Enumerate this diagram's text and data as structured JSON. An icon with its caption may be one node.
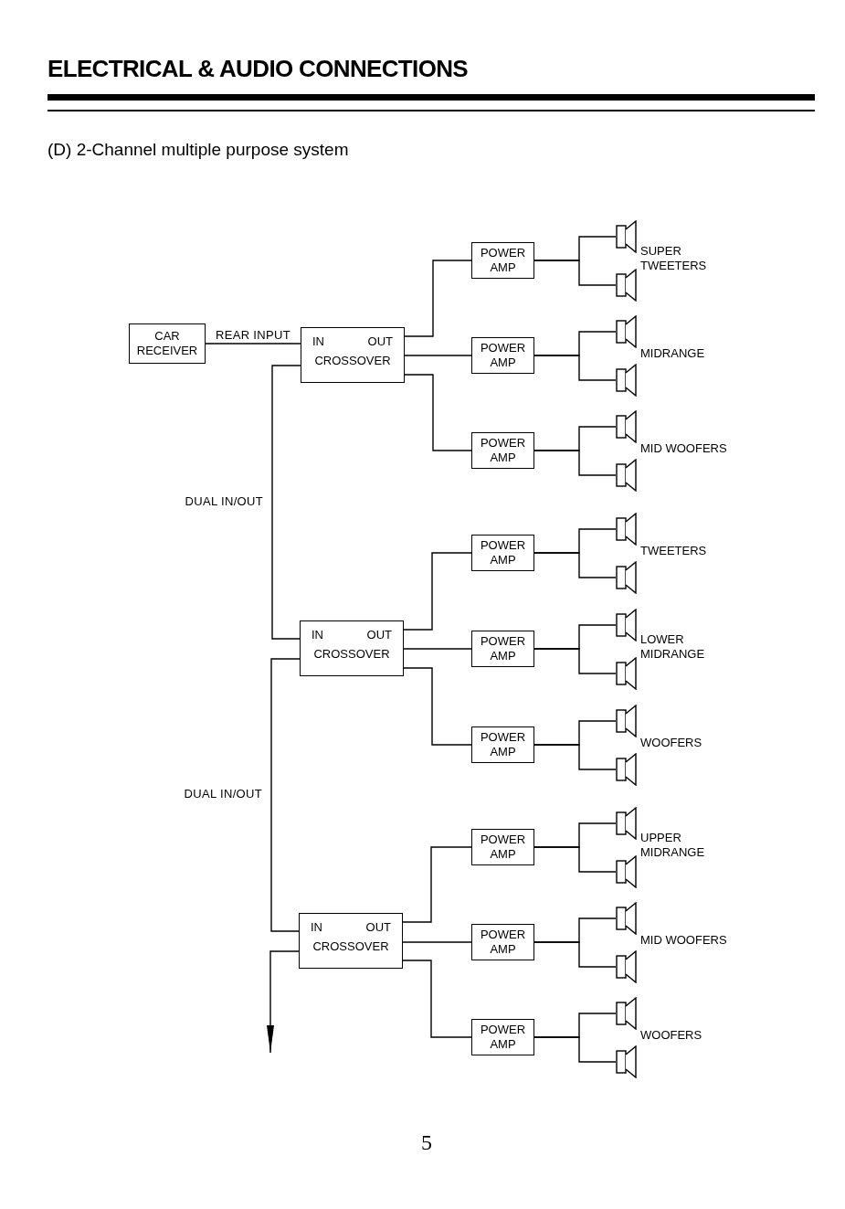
{
  "diagram": {
    "title": "ELECTRICAL & AUDIO CONNECTIONS",
    "nodes": [
      {
        "text": [
          "CAR RECEIVER"
        ]
      },
      {
        "text": [
          "IN",
          "OUT",
          "CROSSOVER"
        ]
      },
      {
        "text": [
          "IN",
          "OUT",
          "CROSSOVER"
        ]
      },
      {
        "text": [
          "IN",
          "OUT",
          "CROSSOVER"
        ]
      },
      {
        "text": [
          "POWER AMP"
        ]
      },
      {
        "text": [
          "POWER AMP"
        ]
      },
      {
        "text": [
          "POWER AMP"
        ]
      },
      {
        "text": [
          "POWER AMP"
        ]
      },
      {
        "text": [
          "POWER AMP"
        ]
      },
      {
        "text": [
          "POWER AMP"
        ]
      },
      {
        "text": [
          "POWER AMP"
        ]
      },
      {
        "text": [
          "POWER AMP"
        ]
      },
      {
        "text": [
          "POWER AMP"
        ]
      },
      {
        "text": [],
        "shape": "speaker"
      },
      {
        "text": [],
        "shape": "speaker"
      },
      {
        "text": [],
        "shape": "speaker"
      },
      {
        "text": [],
        "shape": "speaker"
      },
      {
        "text": [],
        "shape": "speaker"
      },
      {
        "text": [],
        "shape": "speaker"
      },
      {
        "text": [],
        "shape": "speaker"
      },
      {
        "text": [],
        "shape": "speaker"
      },
      {
        "text": [],
        "shape": "speaker"
      },
      {
        "text": [],
        "shape": "speaker"
      },
      {
        "text": [],
        "shape": "speaker"
      },
      {
        "text": [],
        "shape": "speaker"
      },
      {
        "text": [],
        "shape": "speaker"
      },
      {
        "text": [],
        "shape": "speaker"
      },
      {
        "text": [],
        "shape": "speaker"
      },
      {
        "text": [],
        "shape": "speaker"
      },
      {
        "text": [],
        "shape": "speaker"
      },
      {
        "text": [],
        "shape": "speaker"
      }
    ],
    "edges": [
      {
        "from": 0,
        "to": 1,
        "arrow": "none",
        "label": "REAR INPUT"
      },
      {
        "from": 1,
        "to": 4,
        "arrow": "none"
      },
      {
        "from": 1,
        "to": 5,
        "arrow": "none"
      },
      {
        "from": 1,
        "to": 6,
        "arrow": "none"
      },
      {
        "from": 1,
        "to": 2,
        "arrow": "none",
        "label": "DUAL IN/OUT"
      },
      {
        "from": 2,
        "to": 7,
        "arrow": "none"
      },
      {
        "from": 2,
        "to": 8,
        "arrow": "none"
      },
      {
        "from": 2,
        "to": 9,
        "arrow": "none"
      },
      {
        "from": 2,
        "to": 3,
        "arrow": "none",
        "label": "DUAL IN/OUT"
      },
      {
        "from": 3,
        "to": 10,
        "arrow": "none"
      },
      {
        "from": 3,
        "to": 11,
        "arrow": "none"
      },
      {
        "from": 3,
        "to": 12,
        "arrow": "none"
      },
      {
        "from": 3,
        "to": null,
        "arrow": "to"
      },
      {
        "from": 4,
        "to": 13,
        "arrow": "none"
      },
      {
        "from": 4,
        "to": 14,
        "arrow": "none"
      },
      {
        "from": 5,
        "to": 15,
        "arrow": "none"
      },
      {
        "from": 5,
        "to": 16,
        "arrow": "none"
      },
      {
        "from": 6,
        "to": 17,
        "arrow": "none"
      },
      {
        "from": 6,
        "to": 18,
        "arrow": "none"
      },
      {
        "from": 7,
        "to": 19,
        "arrow": "none"
      },
      {
        "from": 7,
        "to": 20,
        "arrow": "none"
      },
      {
        "from": 8,
        "to": 21,
        "arrow": "none"
      },
      {
        "from": 8,
        "to": 22,
        "arrow": "none"
      },
      {
        "from": 9,
        "to": 23,
        "arrow": "none"
      },
      {
        "from": 9,
        "to": 24,
        "arrow": "none"
      },
      {
        "from": 10,
        "to": 25,
        "arrow": "none"
      },
      {
        "from": 10,
        "to": 26,
        "arrow": "none"
      },
      {
        "from": 11,
        "to": 27,
        "arrow": "none"
      },
      {
        "from": 11,
        "to": 28,
        "arrow": "none"
      },
      {
        "from": 12,
        "to": 29,
        "arrow": "none"
      },
      {
        "from": 12,
        "to": 30,
        "arrow": "none"
      }
    ],
    "labels": [
      "(D) 2-Channel multiple purpose system",
      "SUPER TWEETERS",
      "MIDRANGE",
      "MID WOOFERS",
      "TWEETERS",
      "LOWER MIDRANGE",
      "WOOFERS",
      "UPPER MIDRANGE",
      "MID WOOFERS",
      "WOOFERS",
      "5"
    ]
  }
}
